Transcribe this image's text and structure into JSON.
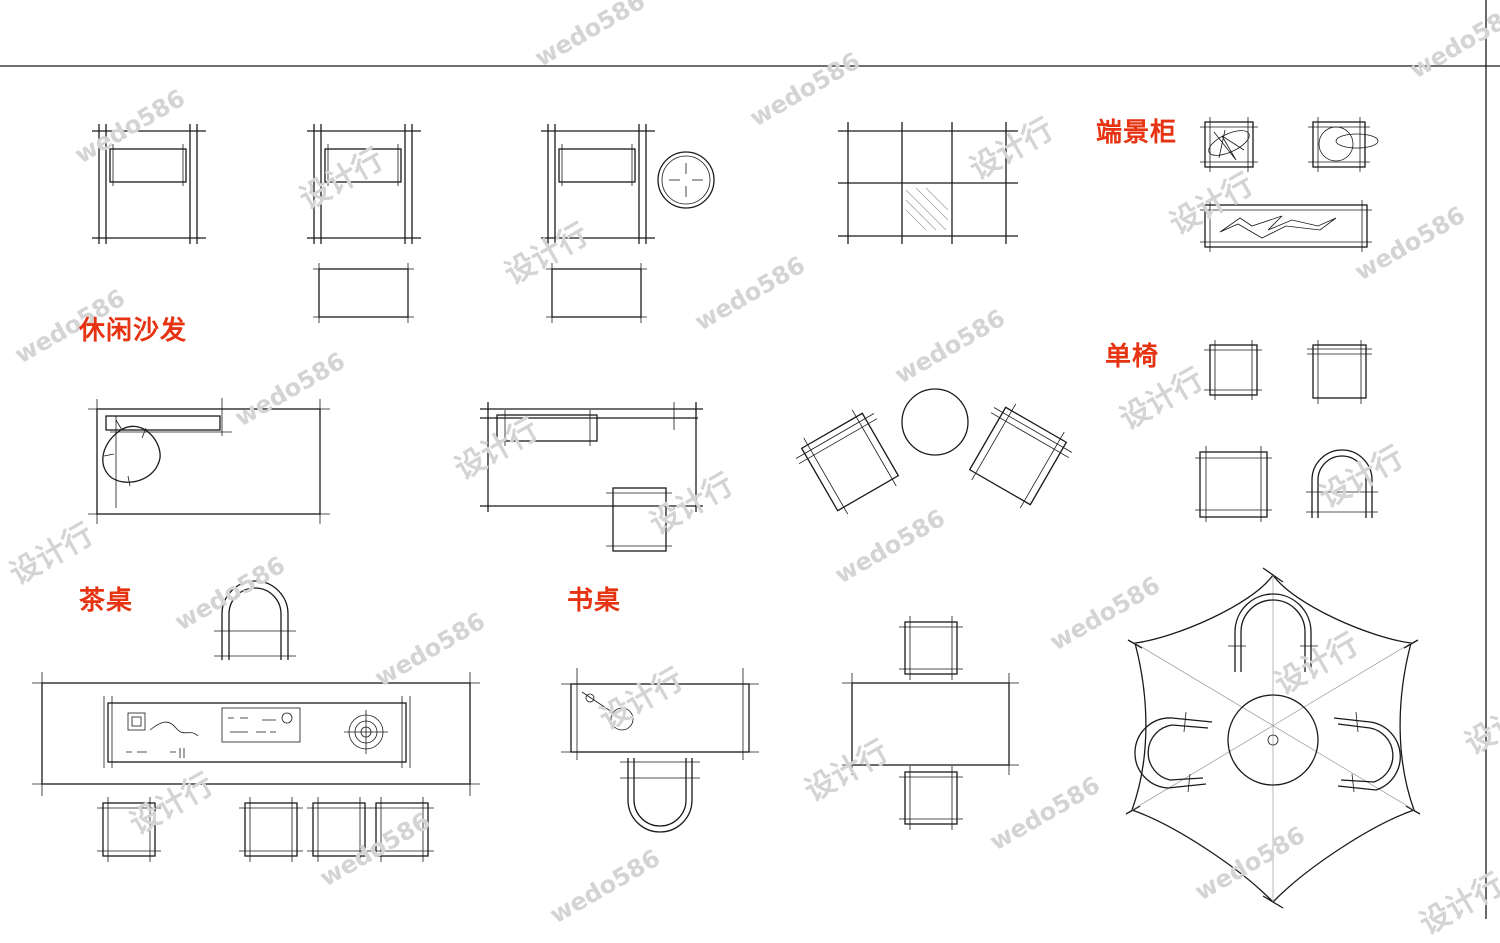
{
  "labels": {
    "leisure_sofa": "休闲沙发",
    "side_cabinet": "端景柜",
    "single_chair": "单椅",
    "tea_table": "茶桌",
    "desk": "书桌"
  },
  "watermark": {
    "latin": "wedo586",
    "chinese": "设计行"
  },
  "colors": {
    "label": "#e63312",
    "line": "#1a1a1a",
    "watermark": "#d4d4d4"
  }
}
